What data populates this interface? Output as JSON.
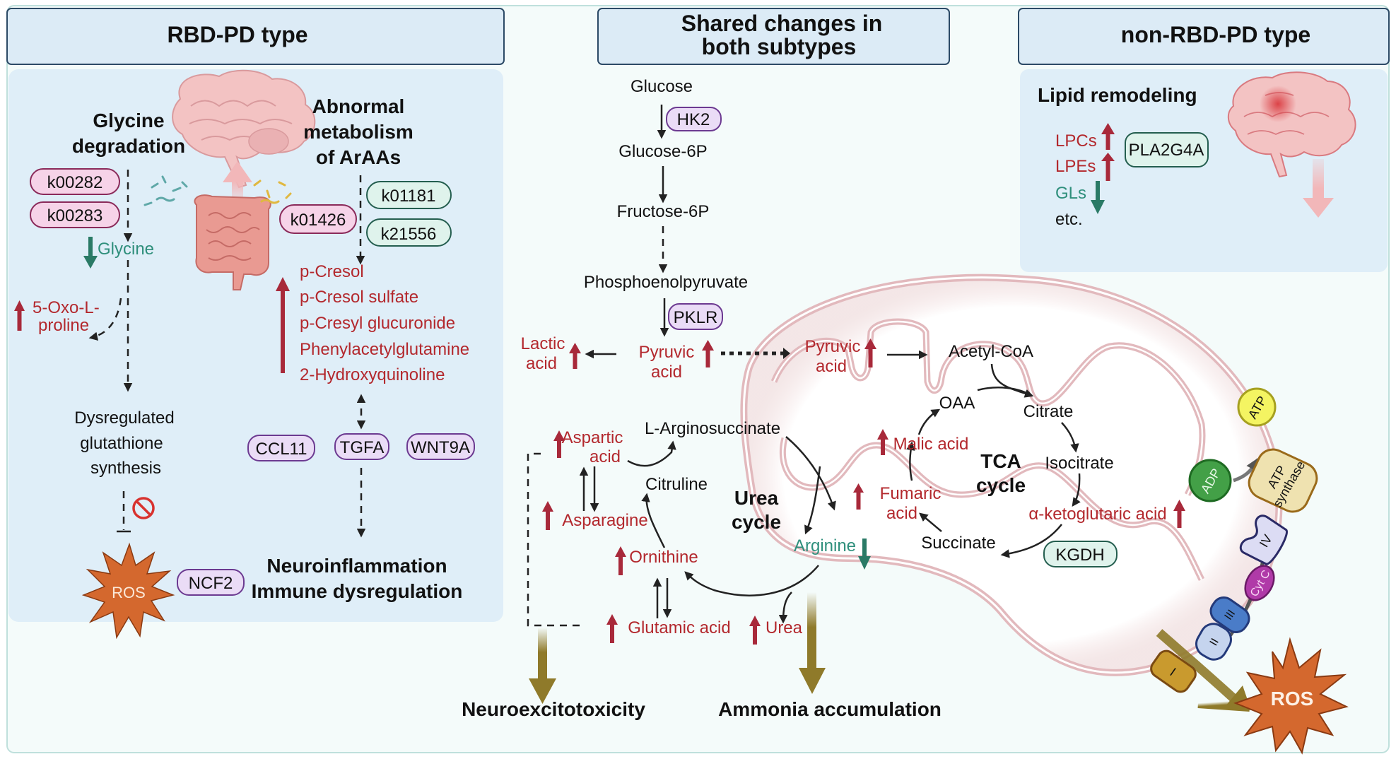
{
  "panels": {
    "rbd": {
      "title": "RBD-PD type",
      "glycine_section": {
        "title_line1": "Glycine",
        "title_line2": "degradation",
        "genes": [
          "k00282",
          "k00283"
        ],
        "metabolite_down": "Glycine",
        "metabolite_up_line1": "5-Oxo-L-",
        "metabolite_up_line2": "proline",
        "outcome_line1": "Dysregulated",
        "outcome_line2": "glutathione",
        "outcome_line3": "synthesis",
        "ros_label": "ROS",
        "ros_gene": "NCF2"
      },
      "araa_section": {
        "title_line1": "Abnormal",
        "title_line2": "metabolism",
        "title_line3": "of ArAAs",
        "gene_up": "k01426",
        "genes_down": [
          "k01181",
          "k21556"
        ],
        "metabolites_up": [
          "p-Cresol",
          "p-Cresol sulfate",
          "p-Cresyl glucuronide",
          "Phenylacetylglutamine",
          "2-Hydroxyquinoline"
        ],
        "cytokines": [
          "CCL11",
          "TGFA",
          "WNT9A"
        ],
        "outcome_line1": "Neuroinflammation",
        "outcome_line2": "Immune dysregulation"
      }
    },
    "shared": {
      "title_line1": "Shared changes in",
      "title_line2": "both subtypes",
      "glycolysis": {
        "steps": [
          "Glucose",
          "Glucose-6P",
          "Fructose-6P",
          "Phosphoenolpyruvate"
        ],
        "enzymes": [
          "HK2",
          "PKLR"
        ],
        "pyruvic_line1": "Pyruvic",
        "pyruvic_line2": "acid",
        "lactic_line1": "Lactic",
        "lactic_line2": "acid"
      },
      "mito_pyruvic_line1": "Pyruvic",
      "mito_pyruvic_line2": "acid",
      "acetyl_coa": "Acetyl-CoA",
      "tca": {
        "title_line1": "TCA",
        "title_line2": "cycle",
        "oaa": "OAA",
        "citrate": "Citrate",
        "isocitrate": "Isocitrate",
        "akg": "α-ketoglutaric acid",
        "succinate": "Succinate",
        "fumaric_line1": "Fumaric",
        "fumaric_line2": "acid",
        "malic": "Malic acid",
        "enzyme": "KGDH"
      },
      "urea": {
        "title_line1": "Urea",
        "title_line2": "cycle",
        "argininosuccinate": "L-Arginosuccinate",
        "citruline": "Citruline",
        "ornithine": "Ornithine",
        "arginine": "Arginine",
        "urea": "Urea",
        "aspartic_line1": "Aspartic",
        "aspartic_line2": "acid",
        "asparagine": "Asparagine",
        "glutamic": "Glutamic acid"
      },
      "etc": {
        "atp": "ATP",
        "adp": "ADP",
        "atp_synthase_line1": "ATP",
        "atp_synthase_line2": "synthase",
        "complexes": [
          "I",
          "II",
          "III",
          "IV"
        ],
        "cytc": "Cyt C",
        "ros": "ROS"
      },
      "outcomes": [
        "Neuroexcitotoxicity",
        "Ammonia accumulation"
      ]
    },
    "non_rbd": {
      "title": "non-RBD-PD type",
      "section_title": "Lipid remodeling",
      "lipids": [
        {
          "label": "LPCs",
          "direction": "up"
        },
        {
          "label": "LPEs",
          "direction": "up"
        },
        {
          "label": "GLs",
          "direction": "down"
        },
        {
          "label": "etc.",
          "direction": "none"
        }
      ],
      "gene": "PLA2G4A"
    }
  },
  "colors": {
    "up": "#a8293a",
    "up_text": "#b3282d",
    "down": "#2a7a66",
    "down_text": "#3a9a85",
    "pink_pill_fill": "#f6d3e8",
    "pink_pill_stroke": "#8a2a5a",
    "green_pill_fill": "#dff3ec",
    "green_pill_stroke": "#245e4f",
    "purple_pill_fill": "#eadcf6",
    "purple_pill_stroke": "#6c3a91",
    "panel_fill": "#dfeef8",
    "header_fill": "#dcebf6",
    "header_stroke": "#2c4a66",
    "ros_fill": "#d4682e",
    "olive_arrow": "#8f7a2a",
    "mito_membrane": "#e2b9bd"
  }
}
